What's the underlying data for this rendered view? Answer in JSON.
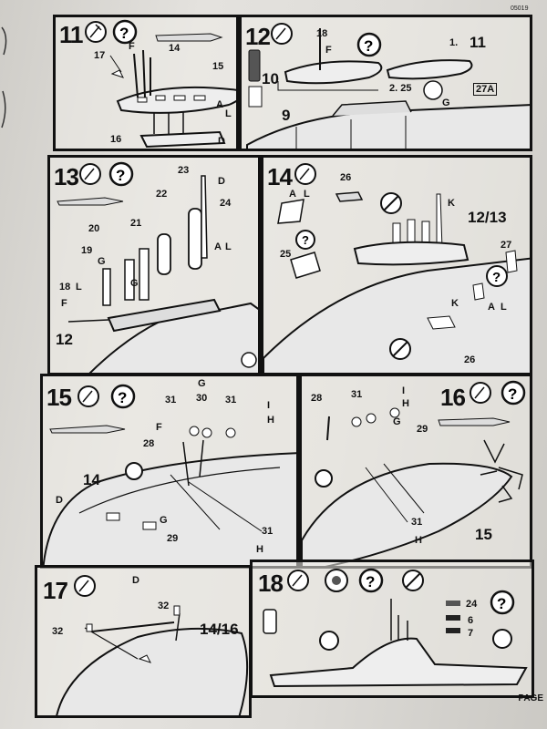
{
  "document": {
    "code": "05019",
    "page_label": "PAGE"
  },
  "steps": [
    {
      "number": "11",
      "parts": [
        "17",
        "F",
        "14",
        "15",
        "16",
        "A",
        "L",
        "D"
      ]
    },
    {
      "number": "12",
      "parts": [
        "18",
        "F",
        "11",
        "1.",
        "10",
        "2. 25",
        "27A",
        "G",
        "9"
      ]
    },
    {
      "number": "13",
      "parts": [
        "23",
        "D",
        "22",
        "24",
        "20",
        "21",
        "A",
        "L",
        "19",
        "G",
        "18",
        "L",
        "F",
        "G",
        "12"
      ]
    },
    {
      "number": "14",
      "parts": [
        "26",
        "A",
        "L",
        "K",
        "12/13",
        "27",
        "25",
        "K",
        "A",
        "L",
        "26"
      ]
    },
    {
      "number": "15",
      "parts": [
        "31",
        "30",
        "31",
        "G",
        "I",
        "H",
        "F",
        "28",
        "14",
        "D",
        "G",
        "29",
        "31",
        "H"
      ]
    },
    {
      "number": "16",
      "parts": [
        "28",
        "31",
        "I",
        "H",
        "G",
        "29",
        "31",
        "H",
        "15"
      ]
    },
    {
      "number": "17",
      "parts": [
        "D",
        "32",
        "32",
        "14/16"
      ]
    },
    {
      "number": "18",
      "parts": [
        "24",
        "6",
        "7"
      ]
    }
  ],
  "icons": [
    "glue-icon",
    "question-icon",
    "paint-icon",
    "thread-icon",
    "no-icon"
  ]
}
